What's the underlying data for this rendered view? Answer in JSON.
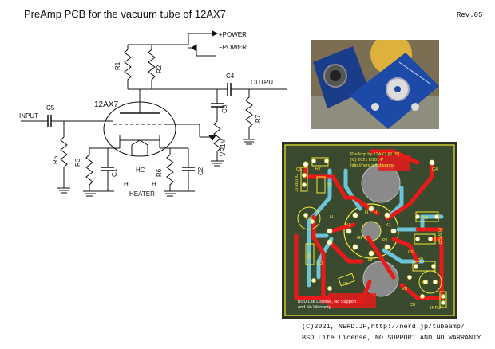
{
  "header": {
    "title": "PreAmp PCB for the vacuum tube of 12AX7",
    "revision": "Rev.05"
  },
  "schematic": {
    "power_plus": "+POWER",
    "power_minus": "−POWER",
    "input": "INPUT",
    "output": "OUTPUT",
    "tube": "12AX7",
    "heater": "HEATER",
    "hc": "HC",
    "h_left": "H",
    "h_right": "H",
    "r1": "R1",
    "r2": "R2",
    "r3": "R3",
    "r5": "R5",
    "r6": "R6",
    "r7": "R7",
    "c1": "C1",
    "c2": "C2",
    "c3": "C3",
    "c4": "C4",
    "c5": "C5",
    "vr1m": "VR1M"
  },
  "pcb": {
    "silk_title_1": "PreAmp by 12AX7 [R.05]",
    "silk_title_2": "(C) 2021 D101-P",
    "silk_title_3": "http://nerd.jp/tubeamp/",
    "silk_footer_1": "BSD Lite License, No Support",
    "silk_footer_2": "and No Warranty",
    "labels": {
      "c4": "C4",
      "r7": "R7",
      "r3": "R3",
      "output": "OUTPUT",
      "c5": "C5",
      "c1": "C1",
      "h_a": "H",
      "h_b": "H",
      "h_c": "H",
      "c3": "C3",
      "r2": "R2",
      "r1": "R1",
      "power": "POWER",
      "r5": "R5",
      "g2": "G2",
      "k2": "K2",
      "k1": "K1",
      "p1": "P1",
      "g1": "G1",
      "hc": "HC",
      "r6": "R6",
      "c6": "C6",
      "c2": "C2",
      "vr": "VR",
      "input": "INPUT",
      "c8": "C8"
    },
    "colors": {
      "board": "#3a4a2e",
      "trace_top": "#e81a1a",
      "trace_bottom": "#6cc4d8",
      "silk": "#f2e63a",
      "pad": "#ffffff"
    }
  },
  "credits": {
    "line1": "(C)2021, NERD.JP,http://nerd.jp/tubeamp/",
    "line2": "BSD Lite License, NO SUPPORT AND NO WARRANTY"
  }
}
